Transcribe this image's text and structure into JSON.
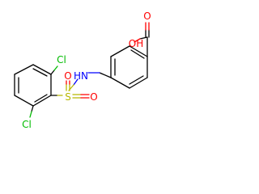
{
  "atoms": {
    "oh": "OH",
    "carbonyl_o": "O",
    "nh": "HN",
    "s": "S",
    "so_top": "O",
    "so_bottom": "O",
    "cl_top": "Cl",
    "cl_bottom": "Cl"
  },
  "colors": {
    "oxygen": "#ff0000",
    "nitrogen": "#0000ff",
    "sulfur": "#b8b800",
    "chlorine": "#00bb00",
    "carbon": "#000000"
  }
}
